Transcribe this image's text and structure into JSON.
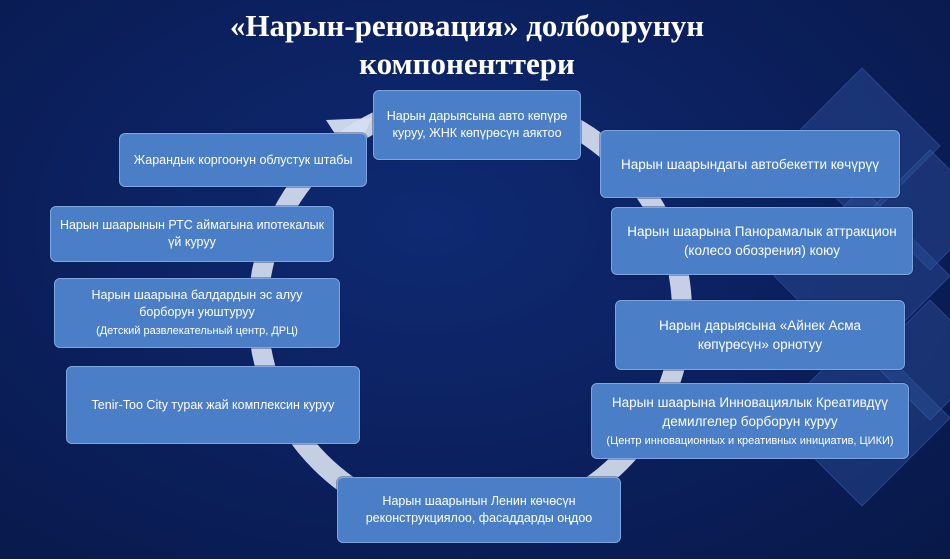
{
  "title": {
    "line1": "«Нарын-реновация» долбоорунун",
    "line2": "компоненттери"
  },
  "components": [
    {
      "id": "bridge",
      "text": "Нарын дарыясына авто көпүрө куруу, ЖНК көпүрөсүн аяктоо"
    },
    {
      "id": "bus-station",
      "text": "Нарын шаарындагы автобекетти көчүрүү"
    },
    {
      "id": "panoramic",
      "text": "Нарын шаарына Панорамалык аттракцион (колесо обозрения) коюу"
    },
    {
      "id": "mirror-bridge",
      "text": "Нарын дарыясына «Айнек Асма көпүрөсүн» орнотуу"
    },
    {
      "id": "innovation",
      "text": "Нарын шаарына Инновациялык Креативдүү демилгелер борборун куруу",
      "sub": "(Центр инновационных и креативных инициатив, ЦИКИ)"
    },
    {
      "id": "lenin",
      "text": "Нарын шаарынын Ленин көчөсүн реконструкциялоо, фасаддарды оңдоо"
    },
    {
      "id": "tenir-too",
      "text": "Tenir-Too City турак жай комплексин куруу"
    },
    {
      "id": "kids-center",
      "text": "Нарын шаарына балдардын эс алуу борборун уюштуруу",
      "sub": "(Детский развлекательный центр, ДРЦ)"
    },
    {
      "id": "mortgage",
      "text": "Нарын шаарынын РТС аймагына ипотекалык үй куруу"
    },
    {
      "id": "civil-defense",
      "text": "Жарандык коргоонун облустук штабы"
    }
  ],
  "colors": {
    "background": "#0b1f5c",
    "box": "#4a7ec6",
    "ring": "#d6def0"
  }
}
